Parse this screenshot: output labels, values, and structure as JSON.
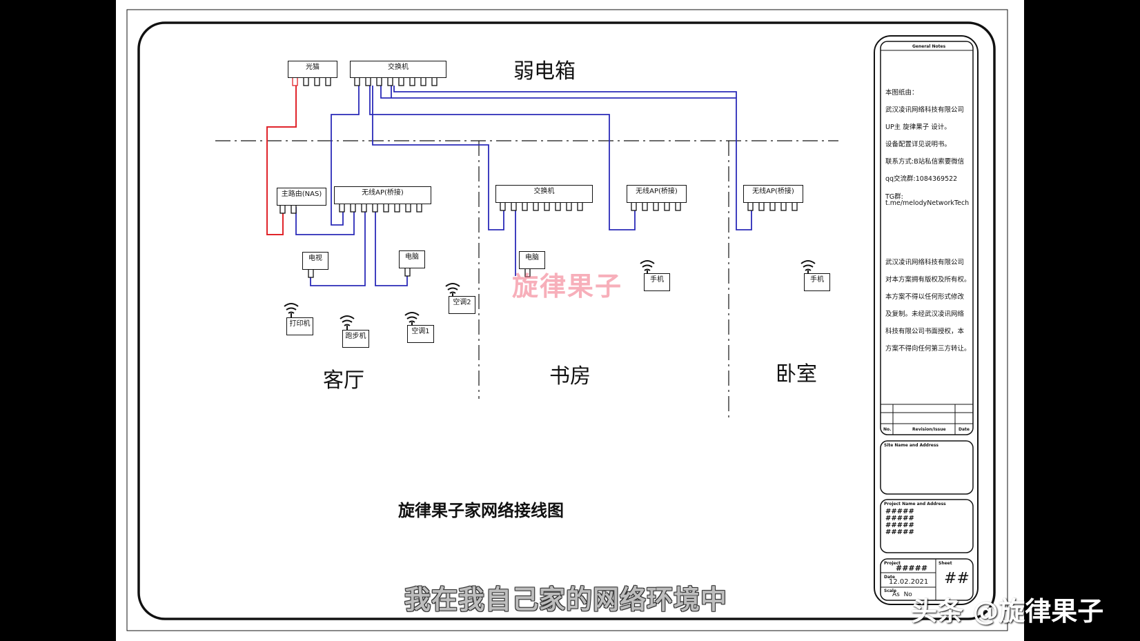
{
  "diagram": {
    "top_title": "弱电箱",
    "footer_title": "旋律果子家网络接线图",
    "rooms": {
      "living": "客厅",
      "study": "书房",
      "bedroom": "卧室"
    },
    "devices": {
      "modem": "光猫",
      "switch_main": "交换机",
      "router": "主路由(NAS)",
      "ap_living": "无线AP(桥接)",
      "switch_study": "交换机",
      "ap_study": "无线AP(桥接)",
      "ap_bedroom": "无线AP(桥接)",
      "tv": "电视",
      "pc_living": "电脑",
      "pc_study": "电脑",
      "printer": "打印机",
      "treadmill": "跑步机",
      "ac1": "空调1",
      "ac2": "空调2",
      "phone_study": "手机",
      "phone_bedroom": "手机"
    },
    "colors": {
      "wan_cable": "#e0242a",
      "lan_cable": "#2a2ab8",
      "line": "#111111"
    }
  },
  "notes_panel": {
    "header": "General Notes",
    "lines": [
      "本图纸由：",
      "武汉凌讯网络科技有限公司",
      "UP主  旋律果子  设计。",
      "设备配置详见说明书。",
      "联系方式:B站私信索要微信",
      "qq交流群:1084369522",
      "TG群:",
      "t.me/melodyNetworkTech"
    ],
    "copyright": [
      "武汉凌讯网络科技有限公司",
      "对本方案拥有版权及所有权。",
      "本方案不得以任何形式修改",
      "及复制。未经武汉凌讯网络",
      "科技有限公司书面授权，本",
      "方案不得向任何第三方转让。"
    ],
    "revision_headers": [
      "No.",
      "Revision/Issue",
      "Date"
    ],
    "site_label": "Site Name and Address",
    "project_label": "Project Name and Address",
    "project_value": "#####\n#####\n#####\n#####",
    "project_field_label": "Project",
    "project_field_value": "#####",
    "sheet_label": "Sheet",
    "sheet_value": "##",
    "date_label": "Date",
    "date_value": "12.02.2021",
    "scale_label": "Scale",
    "scale_value": "As  No"
  },
  "overlay": {
    "watermark": "旋律果子",
    "subtitle": "我在我自己家的网络环境中",
    "brand": "头条 @旋律果子"
  }
}
